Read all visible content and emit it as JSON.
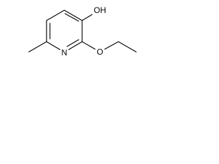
{
  "molecule": {
    "atoms": {
      "hydroxyl": "OH",
      "ring_nitrogen": "N",
      "ether_oxygen": "O"
    }
  }
}
